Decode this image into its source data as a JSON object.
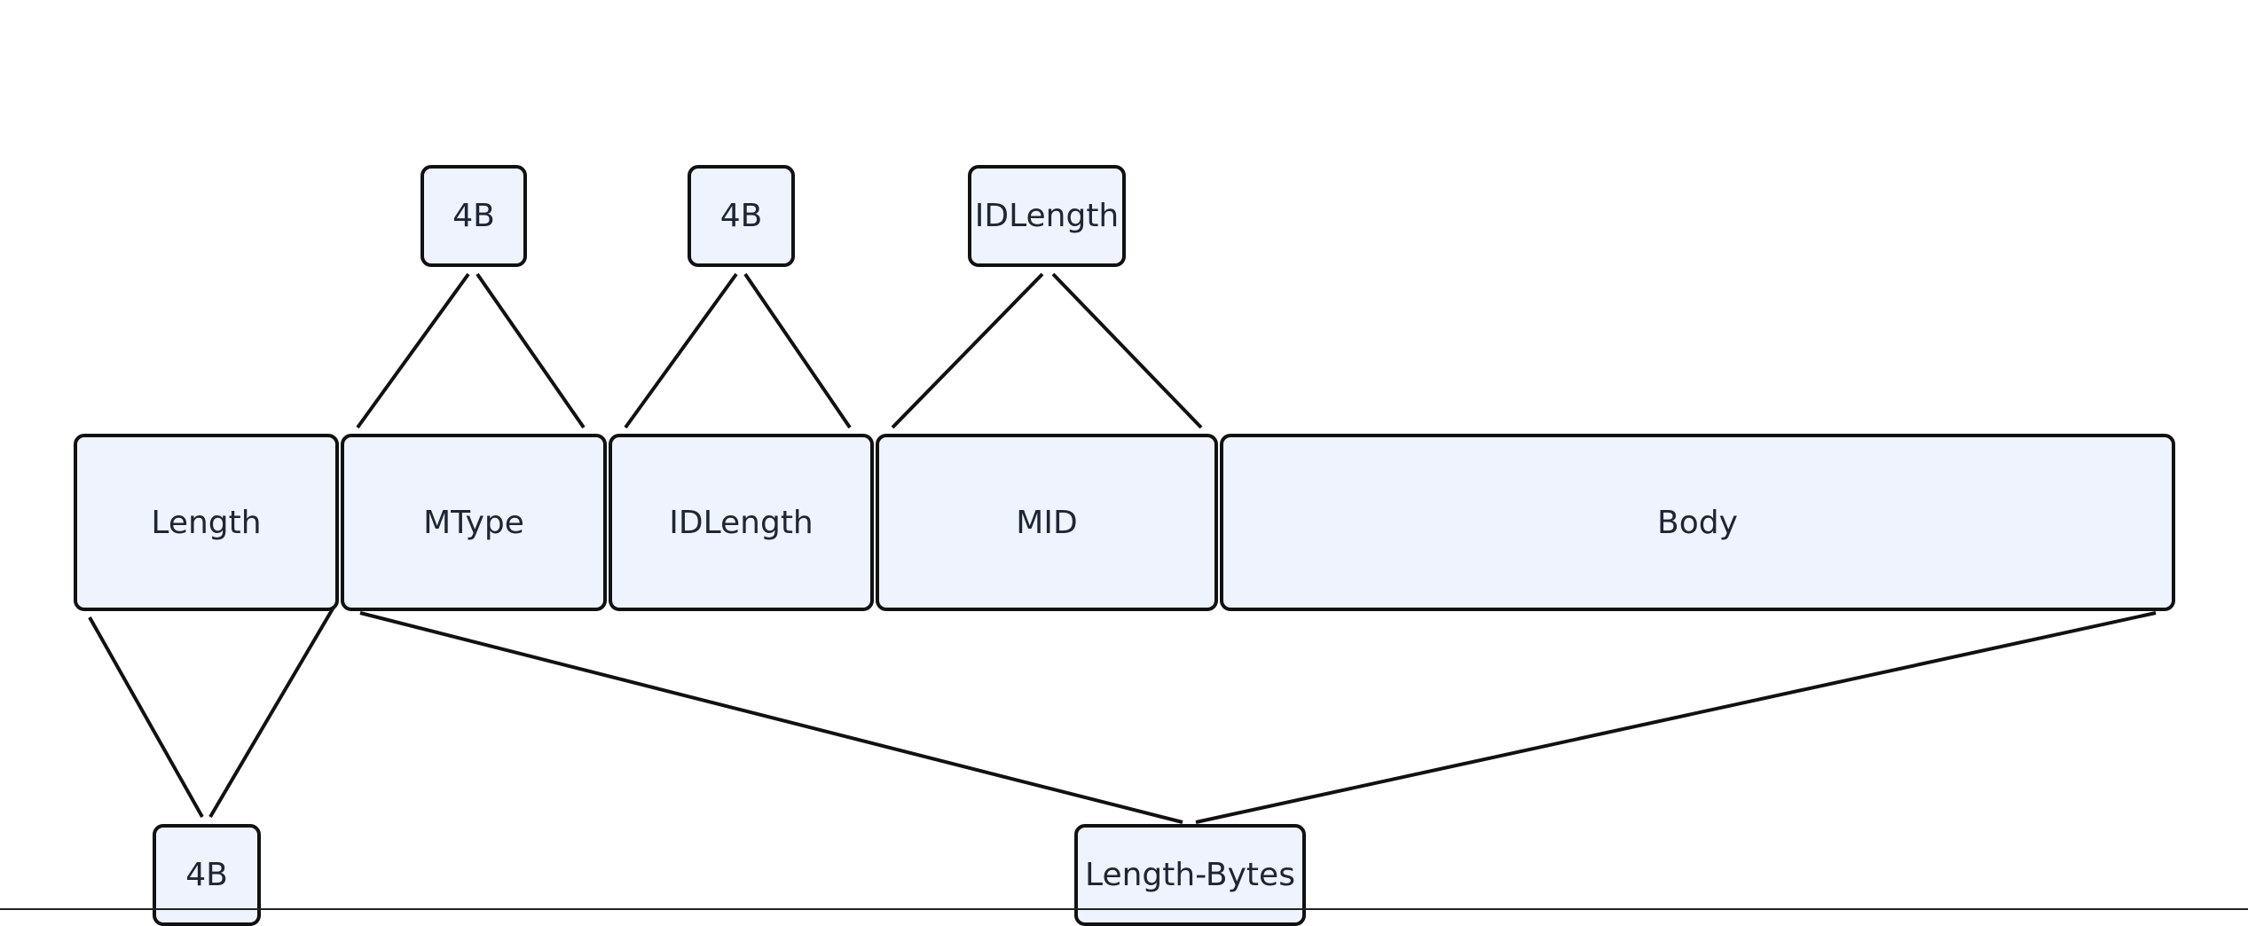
{
  "diagram": {
    "fields": [
      {
        "label": "Length"
      },
      {
        "label": "MType"
      },
      {
        "label": "IDLength"
      },
      {
        "label": "MID"
      },
      {
        "label": "Body"
      }
    ],
    "size_labels": [
      {
        "label": "4B",
        "describes": "MType"
      },
      {
        "label": "4B",
        "describes": "IDLength"
      },
      {
        "label": "IDLength",
        "describes": "MID"
      },
      {
        "label": "4B",
        "describes": "Length"
      },
      {
        "label": "Length-Bytes",
        "describes": "MType through Body"
      }
    ],
    "colors": {
      "box_fill": "#eef3fd",
      "box_border": "#111111",
      "text": "#1f2633",
      "line": "#111111"
    }
  }
}
